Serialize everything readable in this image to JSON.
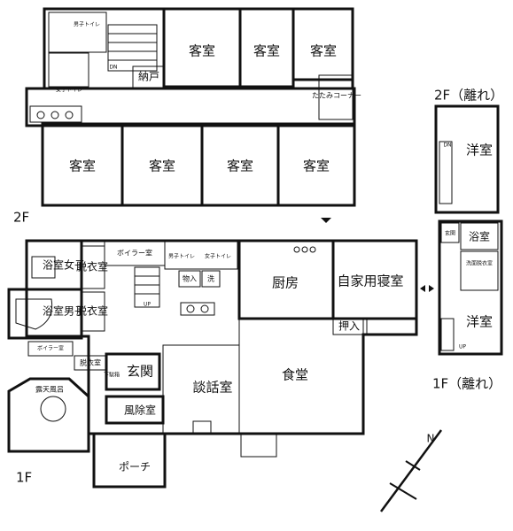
{
  "floor_labels": {
    "main_2f": "2F",
    "main_1f": "1F",
    "annex_2f": "2F（離れ）",
    "annex_1f": "1F（離れ）"
  },
  "rooms_2f": {
    "guest_top_1": "客室",
    "guest_top_2": "客室",
    "guest_top_3": "客室",
    "guest_bottom_1": "客室",
    "guest_bottom_2": "客室",
    "guest_bottom_3": "客室",
    "guest_bottom_4": "客室",
    "closet": "納戸",
    "tatami_corner": "たたみコーナー",
    "toilet_men": "男子トイレ",
    "toilet_women": "女子トイレ",
    "stairs_dn": "DN"
  },
  "rooms_1f": {
    "bath_women": "浴室女子",
    "dressing_women": "脱衣室",
    "boiler_1": "ボイラー室",
    "bath_men": "浴室男子",
    "dressing_men": "脱衣室",
    "boiler_2": "ボイラー室",
    "dressing_3": "脱衣室",
    "outdoor_bath": "露天風呂",
    "entrance": "玄関",
    "windbreak": "風除室",
    "porch": "ポーチ",
    "lounge": "談話室",
    "dining": "食堂",
    "kitchen": "厨房",
    "family_bedroom": "自家用寝室",
    "oshiire": "押入",
    "toilet_men": "男子トイレ",
    "toilet_women": "女子トイレ",
    "storage": "物入",
    "wash": "洗",
    "shoe": "下駄箱",
    "stairs_up": "UP"
  },
  "annex": {
    "western_2f": "洋室",
    "western_1f": "洋室",
    "bath": "浴室",
    "dressing": "洗面脱衣室",
    "entrance": "玄関",
    "stairs_dn": "DN",
    "stairs_up": "UP"
  },
  "compass": {
    "north": "N"
  }
}
